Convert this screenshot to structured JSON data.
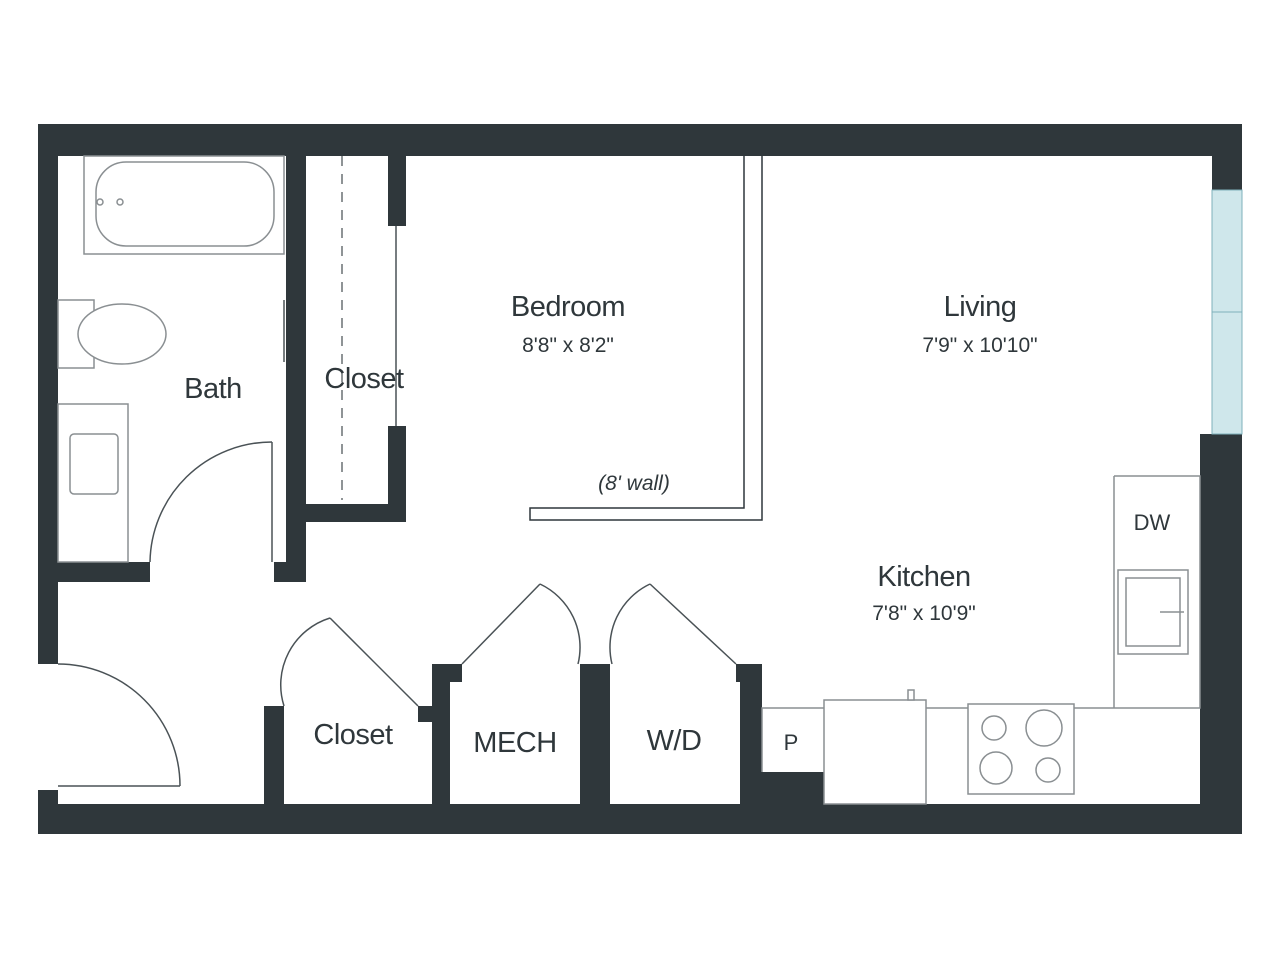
{
  "colors": {
    "wall": "#2f373b",
    "window": "#cfe7eb",
    "background": "#ffffff"
  },
  "rooms": {
    "bath": {
      "name": "Bath"
    },
    "closet_upper": {
      "name": "Closet"
    },
    "bedroom": {
      "name": "Bedroom",
      "dimensions": "8'8\" x 8'2\""
    },
    "living": {
      "name": "Living",
      "dimensions": "7'9\" x 10'10\""
    },
    "kitchen": {
      "name": "Kitchen",
      "dimensions": "7'8\" x 10'9\""
    },
    "closet_lower": {
      "name": "Closet"
    },
    "mech": {
      "name": "MECH"
    },
    "wd": {
      "name": "W/D"
    }
  },
  "appliances": {
    "dishwasher": "DW",
    "pantry": "P"
  },
  "notes": {
    "wall_note": "(8' wall)"
  }
}
